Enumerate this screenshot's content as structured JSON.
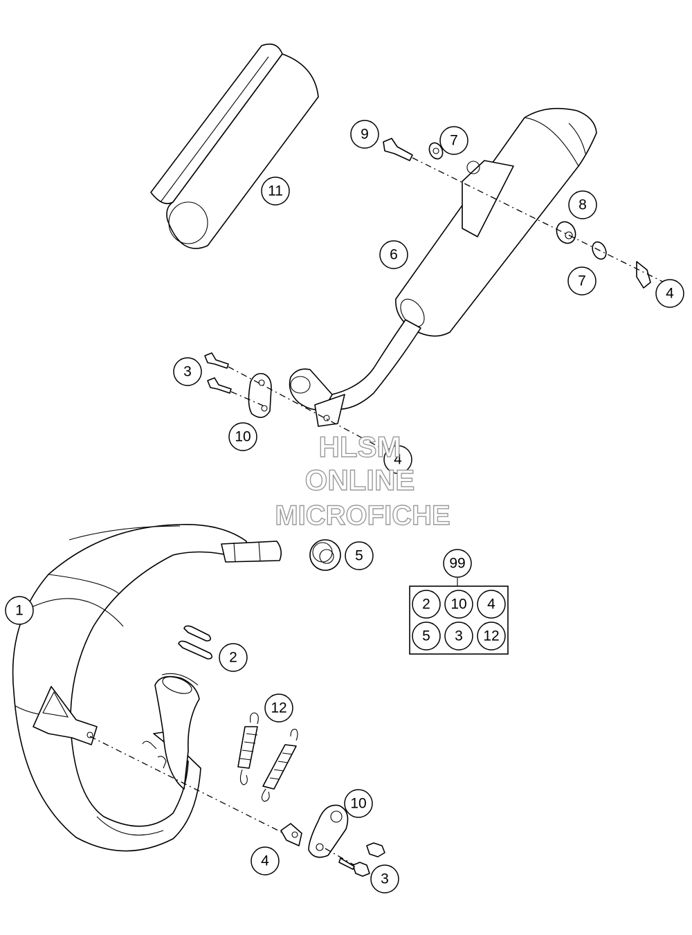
{
  "callouts": {
    "c1": "1",
    "c2": "2",
    "c3a": "3",
    "c3b": "3",
    "c4a": "4",
    "c4b": "4",
    "c4c": "4",
    "c5": "5",
    "c6": "6",
    "c7a": "7",
    "c7b": "7",
    "c8": "8",
    "c9": "9",
    "c10a": "10",
    "c10b": "10",
    "c11": "11",
    "c12": "12"
  },
  "kit": {
    "label": "99",
    "items": [
      "2",
      "10",
      "4",
      "5",
      "3",
      "12"
    ]
  },
  "watermark": {
    "line1": "HLSM",
    "line2": "ONLINE",
    "line3": "MICROFICHE"
  }
}
